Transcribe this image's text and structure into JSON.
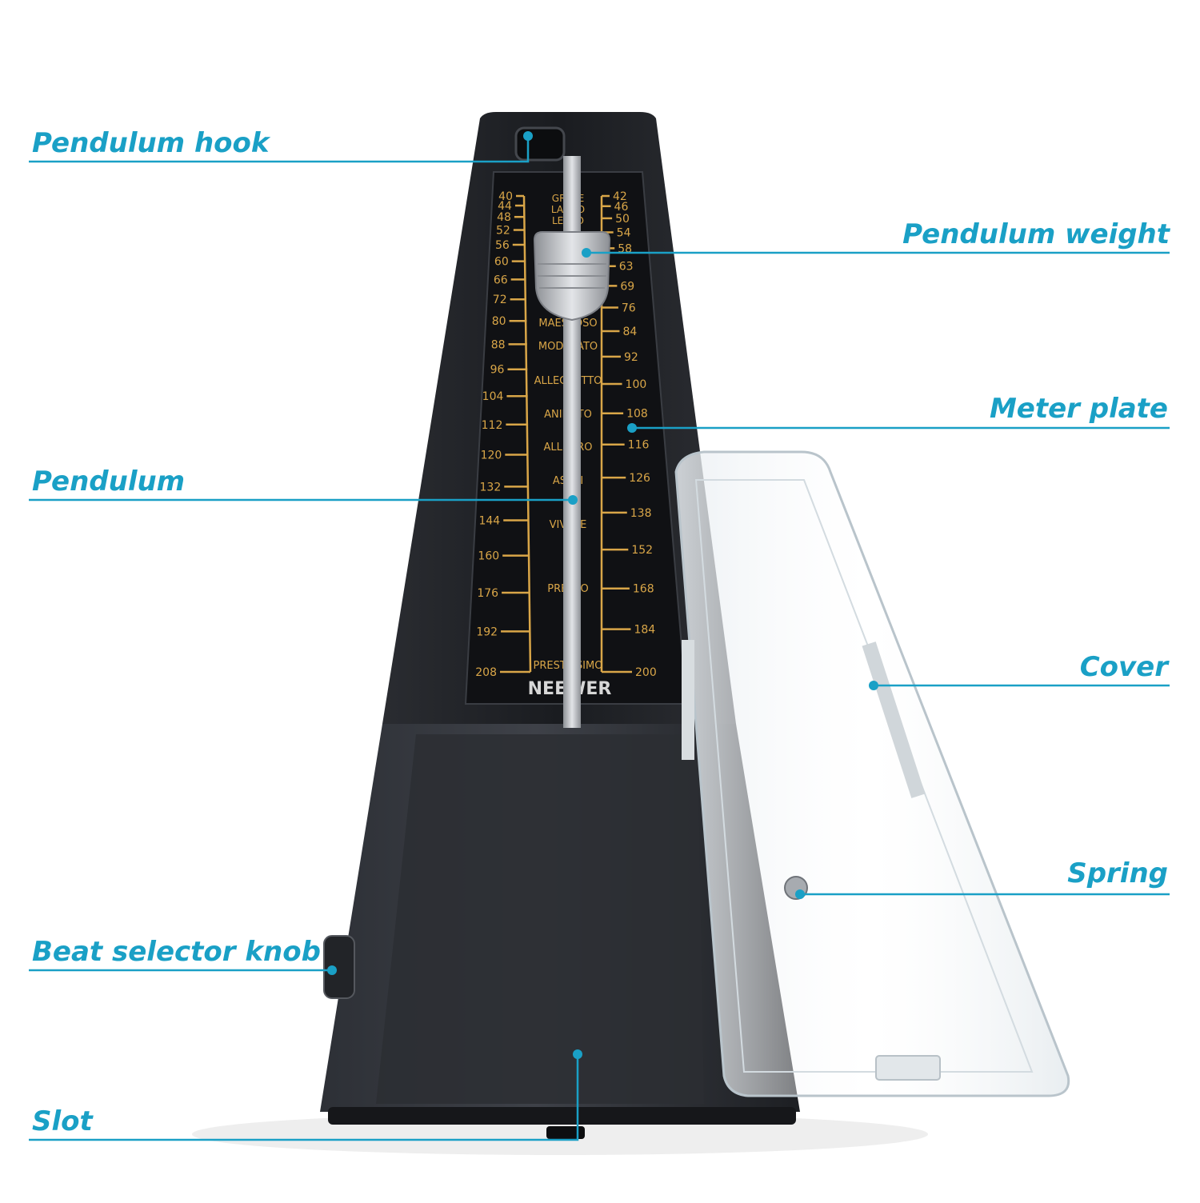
{
  "labels": {
    "pendulum_hook": "Pendulum hook",
    "pendulum_weight": "Pendulum weight",
    "meter_plate": "Meter plate",
    "pendulum": "Pendulum",
    "cover": "Cover",
    "spring": "Spring",
    "beat_selector_knob": "Beat selector knob",
    "slot": "Slot"
  },
  "device": {
    "brand": "NEEWER",
    "left_scale": [
      "40",
      "44",
      "48",
      "52",
      "56",
      "60",
      "66",
      "72",
      "80",
      "88",
      "96",
      "104",
      "112",
      "120",
      "132",
      "144",
      "160",
      "176",
      "192",
      "208"
    ],
    "right_scale": [
      "42",
      "46",
      "50",
      "54",
      "58",
      "63",
      "69",
      "76",
      "84",
      "92",
      "100",
      "108",
      "116",
      "126",
      "138",
      "152",
      "168",
      "184",
      "200"
    ],
    "tempo_terms": [
      "GRAVE",
      "LARGO",
      "LENTO",
      "MAESTOSO",
      "MODERATO",
      "ALLEGRETTO",
      "ANIMATO",
      "ALLEGRO",
      "ASSAI",
      "VIVACE",
      "PRESTO",
      "PRESTISSIMO"
    ]
  },
  "colors": {
    "accent": "#1aa0c6",
    "body": "#1c1e22",
    "scale": "#d9a648",
    "metal": "#b9bcc0"
  }
}
